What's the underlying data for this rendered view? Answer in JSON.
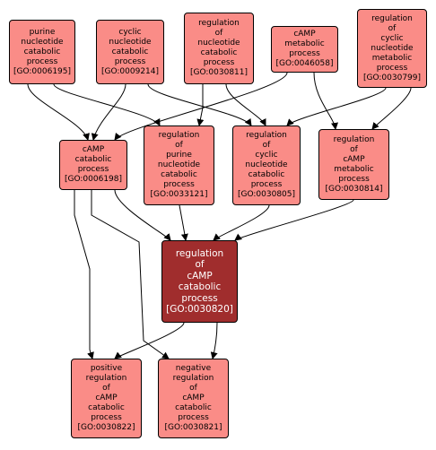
{
  "colors": {
    "node_fill": "#fa8c87",
    "focus_fill": "#a02d2d",
    "focus_text": "#ffffff",
    "border": "#000000",
    "edge": "#000000"
  },
  "nodes": [
    {
      "id": "GO:0006195",
      "label": "purine\nnucleotide\ncatabolic\nprocess\n[GO:0006195]"
    },
    {
      "id": "GO:0009214",
      "label": "cyclic\nnucleotide\ncatabolic\nprocess\n[GO:0009214]"
    },
    {
      "id": "GO:0030811",
      "label": "regulation\nof\nnucleotide\ncatabolic\nprocess\n[GO:0030811]"
    },
    {
      "id": "GO:0046058",
      "label": "cAMP\nmetabolic\nprocess\n[GO:0046058]"
    },
    {
      "id": "GO:0030799",
      "label": "regulation\nof\ncyclic\nnucleotide\nmetabolic\nprocess\n[GO:0030799]"
    },
    {
      "id": "GO:0006198",
      "label": "cAMP\ncatabolic\nprocess\n[GO:0006198]"
    },
    {
      "id": "GO:0033121",
      "label": "regulation\nof\npurine\nnucleotide\ncatabolic\nprocess\n[GO:0033121]"
    },
    {
      "id": "GO:0030805",
      "label": "regulation\nof\ncyclic\nnucleotide\ncatabolic\nprocess\n[GO:0030805]"
    },
    {
      "id": "GO:0030814",
      "label": "regulation\nof\ncAMP\nmetabolic\nprocess\n[GO:0030814]"
    },
    {
      "id": "GO:0030820",
      "label": "regulation\nof\ncAMP\ncatabolic\nprocess\n[GO:0030820]",
      "focus": true
    },
    {
      "id": "GO:0030822",
      "label": "positive\nregulation\nof\ncAMP\ncatabolic\nprocess\n[GO:0030822]"
    },
    {
      "id": "GO:0030821",
      "label": "negative\nregulation\nof\ncAMP\ncatabolic\nprocess\n[GO:0030821]"
    }
  ],
  "edges": [
    {
      "from": "GO:0006195",
      "to": "GO:0006198"
    },
    {
      "from": "GO:0006195",
      "to": "GO:0033121"
    },
    {
      "from": "GO:0009214",
      "to": "GO:0006198"
    },
    {
      "from": "GO:0009214",
      "to": "GO:0030805"
    },
    {
      "from": "GO:0030811",
      "to": "GO:0033121"
    },
    {
      "from": "GO:0030811",
      "to": "GO:0030805"
    },
    {
      "from": "GO:0046058",
      "to": "GO:0006198"
    },
    {
      "from": "GO:0046058",
      "to": "GO:0030814"
    },
    {
      "from": "GO:0030799",
      "to": "GO:0030805"
    },
    {
      "from": "GO:0030799",
      "to": "GO:0030814"
    },
    {
      "from": "GO:0006198",
      "to": "GO:0030820"
    },
    {
      "from": "GO:0006198",
      "to": "GO:0030822"
    },
    {
      "from": "GO:0006198",
      "to": "GO:0030821"
    },
    {
      "from": "GO:0033121",
      "to": "GO:0030820"
    },
    {
      "from": "GO:0030805",
      "to": "GO:0030820"
    },
    {
      "from": "GO:0030814",
      "to": "GO:0030820"
    },
    {
      "from": "GO:0030820",
      "to": "GO:0030822"
    },
    {
      "from": "GO:0030820",
      "to": "GO:0030821"
    }
  ]
}
